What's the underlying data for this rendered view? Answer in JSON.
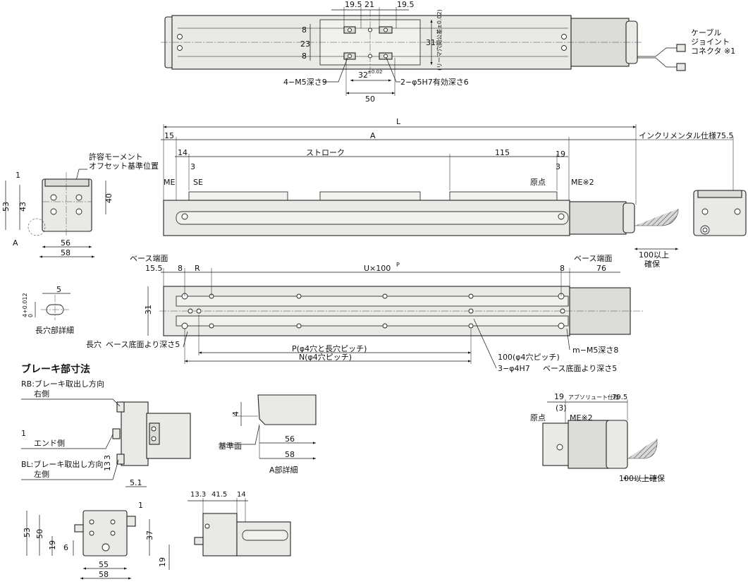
{
  "labels": {
    "top_19_5_a": "19.5",
    "top_21": "21",
    "top_19_5_b": "19.5",
    "top_8_a": "8",
    "top_23": "23",
    "top_8_b": "8",
    "top_31": "31",
    "top_parallel": "(リーマ穴間公差±0.02)",
    "top_32": "32",
    "top_32_tol": "±0.02",
    "top_50": "50",
    "top_m5": "4−M5深さ9",
    "top_h7": "2−φ5H7有効深さ6",
    "cable_1": "ケーブル",
    "cable_2": "ジョイント",
    "cable_3": "コネクタ ※1",
    "side_L": "L",
    "side_15": "15",
    "side_A": "A",
    "side_incremental": "インクリメンタル仕様75.5",
    "side_14": "14",
    "side_stroke": "ストローク",
    "side_115": "115",
    "side_19": "19",
    "side_3a": "3",
    "side_3b": "3",
    "side_ME_left": "ME",
    "side_SE": "SE",
    "side_origin": "原点",
    "side_ME2": "ME※2",
    "moment_1": "許容モーメント",
    "moment_2": "オフセット基準位置",
    "end_1": "1",
    "end_53": "53",
    "end_43": "43",
    "end_40": "40",
    "end_A": "A",
    "end_56": "56",
    "end_58": "58",
    "right_100a": "100以上",
    "right_100b": "確保",
    "base_end_left": "ベース端面",
    "base_end_right": "ベース端面",
    "bot_15_5": "15.5",
    "bot_8a": "8",
    "bot_R": "R",
    "bot_U": "U×100",
    "bot_U_sup": "P",
    "bot_8b": "8",
    "bot_76": "76",
    "bot_31": "31",
    "slot_5": "5",
    "slot_tol": "4+0.012",
    "slot_tol2": "0",
    "slot_detail": "長穴部詳細",
    "bot_slot": "長穴",
    "bot_base_depth": "ベース底面より深さ5",
    "bot_P": "P(φ4穴と長穴ピッチ)",
    "bot_N": "N(φ4穴ピッチ)",
    "bot_100": "100(φ4穴ピッチ)",
    "bot_m_m5": "m−M5深さ8",
    "bot_h7": "3−φ4H7",
    "bot_h7_depth": "ベース底面より深さ5",
    "brake_title": "ブレーキ部寸法",
    "rb_1": "RB:ブレーキ取出し方向",
    "rb_2": "右側",
    "be_1": "1",
    "be_2": "エンド側",
    "bl_1": "BL:ブレーキ取出し方向",
    "bl_2": "左側",
    "br_3": "3",
    "br_13": "13",
    "br_5_1": "5.1",
    "adet_4": "4",
    "adet_ref": "基準面",
    "adet_56": "56",
    "adet_58": "58",
    "adet_title": "A部詳細",
    "abs_19": "19",
    "abs_spec": "アブソリュート仕様",
    "abs_79_5": "79.5",
    "abs_3": "(3)",
    "abs_origin": "原点",
    "abs_ME2": "ME※2",
    "abs_100": "100以上確保",
    "be_53": "53",
    "be_50": "50",
    "be_19": "19",
    "be_6": "6",
    "be_37": "37",
    "be_55": "55",
    "be_58": "58",
    "bs_13_3": "13.3",
    "bs_41_5": "41.5",
    "bs_14": "14",
    "bs_19": "19"
  }
}
